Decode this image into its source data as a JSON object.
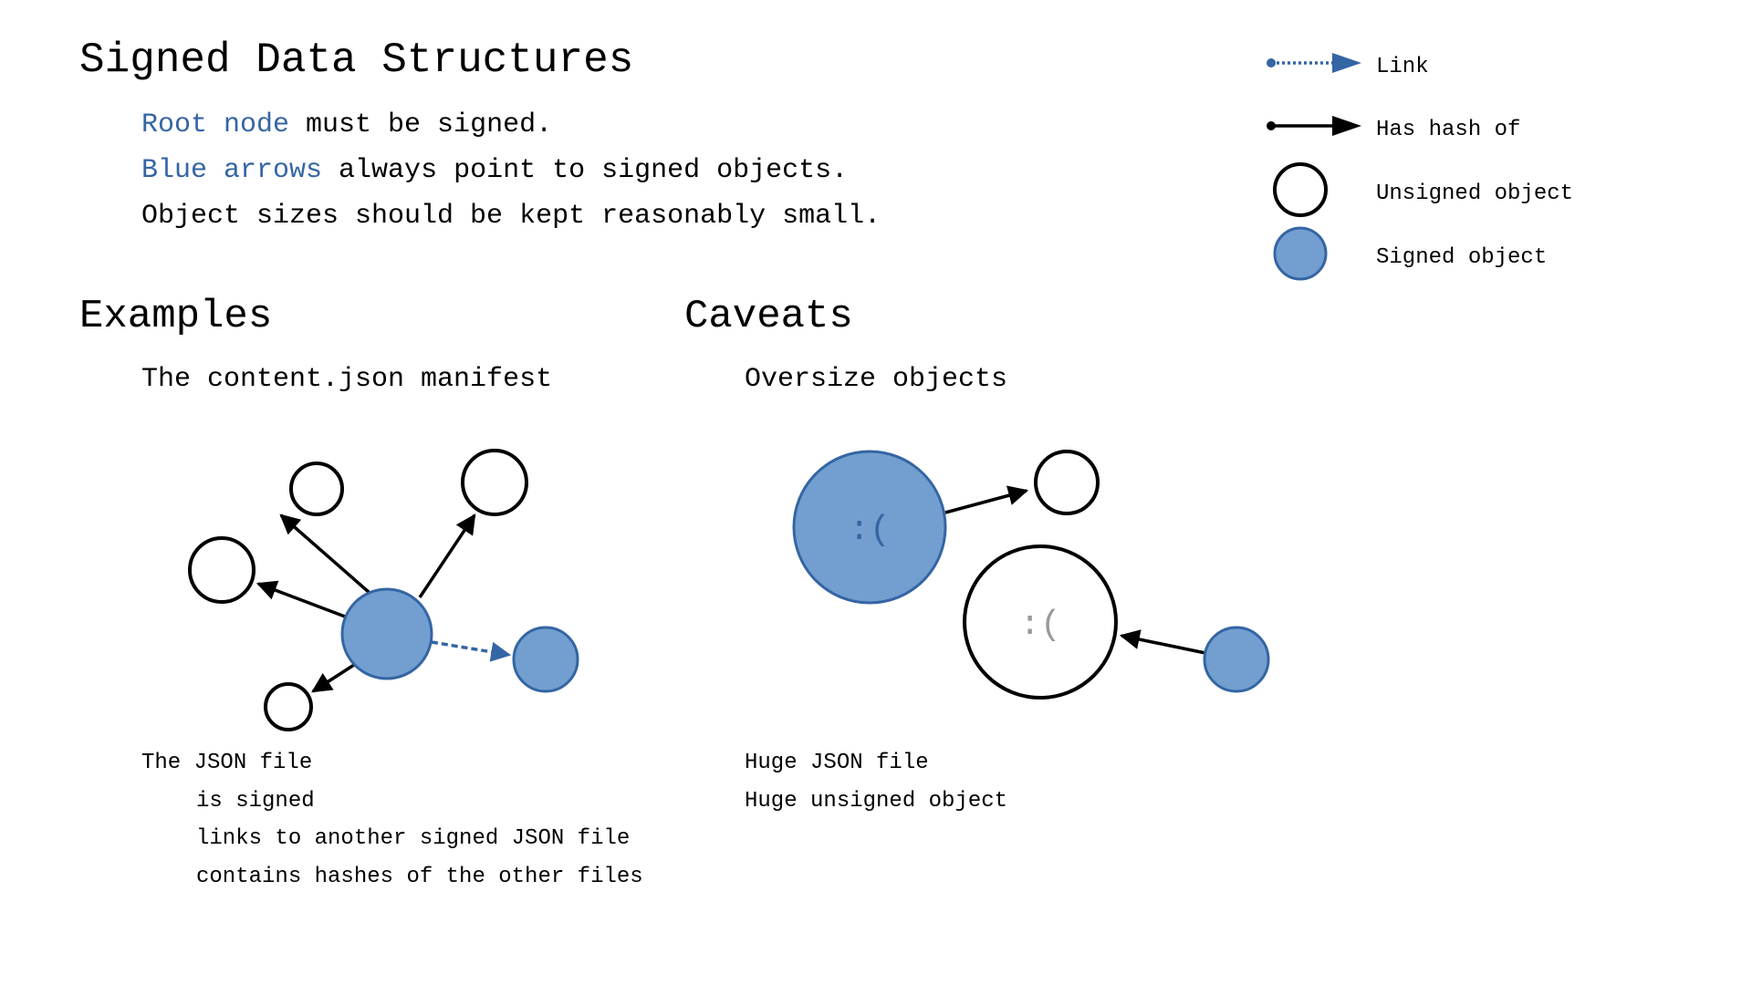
{
  "title": "Signed Data Structures",
  "intro": {
    "line1": {
      "highlight": "Root node",
      "rest": " must be signed."
    },
    "line2": {
      "highlight": "Blue arrows",
      "rest": " always point to signed objects."
    },
    "line3": "Object sizes should be kept reasonably small."
  },
  "legend": {
    "link": "Link",
    "has_hash": "Has hash of",
    "unsigned": "Unsigned object",
    "signed": "Signed object"
  },
  "examples": {
    "heading": "Examples",
    "subheading": "The content.json manifest",
    "caption": [
      "The JSON file",
      "is signed",
      "links to another signed JSON file",
      "contains hashes of the other files"
    ]
  },
  "caveats": {
    "heading": "Caveats",
    "subheading": "Oversize objects",
    "face_signed": ":(",
    "face_unsigned": ":(",
    "caption": [
      "Huge JSON file",
      "Huge unsigned object"
    ]
  },
  "colors": {
    "signed_fill": "#729fcf",
    "signed_stroke": "#3465a4",
    "accent_text": "#3465a4",
    "unsigned_face": "#999999"
  }
}
